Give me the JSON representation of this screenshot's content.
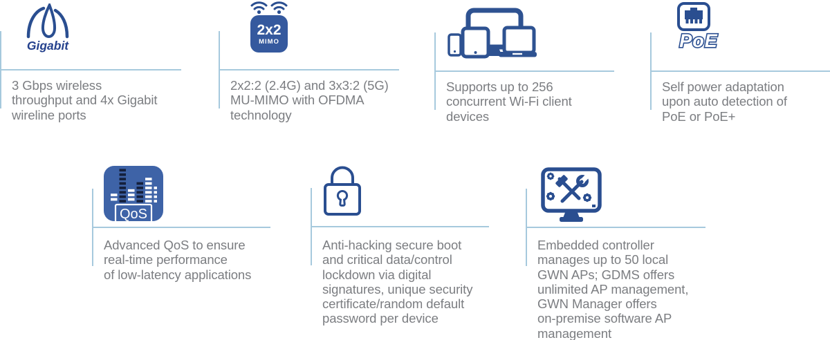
{
  "page": {
    "background": "#ffffff"
  },
  "colors": {
    "icon_navy": "#2a4e90",
    "accent_line": "#a6c9dd",
    "text_gray": "#7b7d81",
    "mimo_box_blue": "#35599e",
    "qos_box_blue": "#3e63a7",
    "qos_dark_bar": "#14203c"
  },
  "features": [
    {
      "id": "gigabit",
      "icon": "speedometer-icon",
      "label": "Gigabit",
      "description": "3 Gbps wireless\nthroughput and 4x Gigabit\nwireline ports"
    },
    {
      "id": "mimo",
      "icon": "wifi-mimo-icon",
      "label": "2x2",
      "sublabel": "MIMO",
      "description": "2x2:2 (2.4G) and 3x3:2 (5G)\nMU-MIMO with OFDMA\ntechnology"
    },
    {
      "id": "client-devices",
      "icon": "client-devices-icon",
      "description": "Supports up to 256\nconcurrent Wi-Fi client\ndevices"
    },
    {
      "id": "poe",
      "icon": "ethernet-port-icon",
      "label": "PoE",
      "description": "Self power adaptation\nupon auto detection of\nPoE or PoE+"
    },
    {
      "id": "qos",
      "icon": "qos-equalizer-icon",
      "label": "QoS",
      "description": "Advanced QoS to ensure\nreal-time performance\nof low-latency applications"
    },
    {
      "id": "security",
      "icon": "padlock-icon",
      "description": "Anti-hacking secure boot\nand critical data/control\nlockdown via digital\nsignatures, unique security\ncertificate/random default\npassword per device"
    },
    {
      "id": "controller",
      "icon": "monitor-tools-icon",
      "description": "Embedded controller\nmanages up to 50 local\nGWN APs; GDMS offers\nunlimited AP management,\nGWN Manager offers\non-premise software AP\nmanagement"
    }
  ]
}
